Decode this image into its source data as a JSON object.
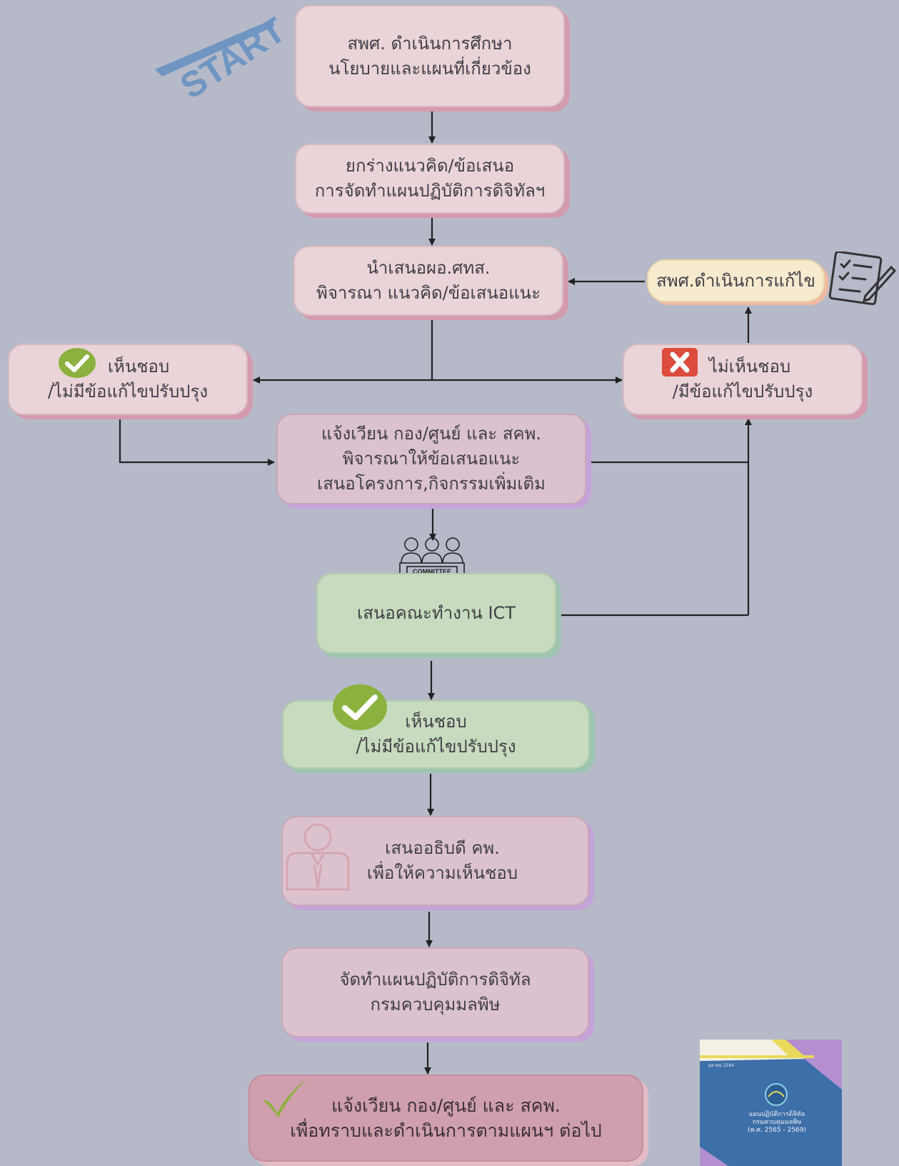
{
  "start_label": "START",
  "nodes": {
    "study": [
      "สพศ. ดำเนินการศึกษา",
      "นโยบายและแผนที่เกี่ยวข้อง"
    ],
    "draft": [
      "ยกร่างแนวคิด/ข้อเสนอ",
      "การจัดทำแผนปฏิบัติการดิจิทัลฯ"
    ],
    "present": [
      "นำเสนอผอ.ศทส.",
      "พิจารณา แนวคิด/ข้อเสนอแนะ"
    ],
    "fix": "สพศ.ดำเนินการแก้ไข",
    "approve_left": [
      "เห็นชอบ",
      "/ไม่มีข้อแก้ไขปรับปรุง"
    ],
    "reject": [
      "ไม่เห็นชอบ",
      "/มีข้อแก้ไขปรับปรุง"
    ],
    "circulate": [
      "แจ้งเวียน กอง/ศูนย์ และ สคพ.",
      "พิจารณาให้ข้อเสนอแนะ",
      "เสนอโครงการ,กิจกรรมเพิ่มเติม"
    ],
    "committee_label": "COMMITTEE",
    "ict": "เสนอคณะทำงาน ICT",
    "approve_ict": [
      "เห็นชอบ",
      "/ไม่มีข้อแก้ไขปรับปรุง"
    ],
    "director": [
      "เสนออธิบดี คพ.",
      "เพื่อให้ความเห็นชอบ"
    ],
    "plan": [
      "จัดทำแผนปฏิบัติการดิจิทัล",
      "กรมควบคุมมลพิษ"
    ],
    "final": [
      "แจ้งเวียน กอง/ศูนย์ และ สคพ.",
      "เพื่อทราบและดำเนินการตามแผนฯ ต่อไป"
    ]
  },
  "book": {
    "header": "ตุลาคม 2564",
    "title": [
      "แผนปฏิบัติการดิจิทัล",
      "กรมควบคุมมลพิษ",
      "(พ.ศ. 2565 - 2569)"
    ]
  },
  "colors": {
    "background": "#b6bac8",
    "arrow": "#222222",
    "check_green": "#8cb13f",
    "cross_red": "#dc4b3c",
    "start_blue": "#6f95c2"
  }
}
